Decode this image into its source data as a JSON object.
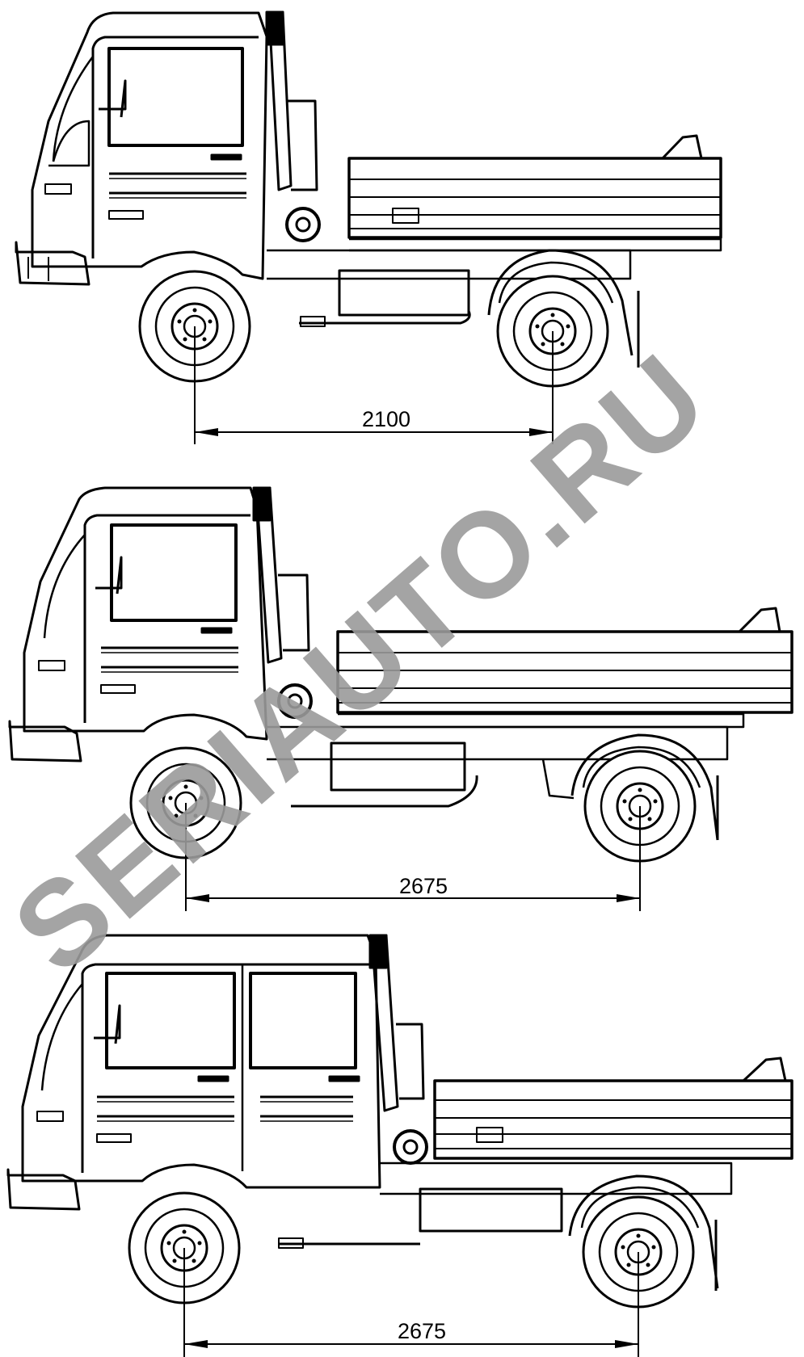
{
  "drawings": [
    {
      "variant": "short-wheelbase single cab",
      "dimension_label": "2100"
    },
    {
      "variant": "long-wheelbase single cab",
      "dimension_label": "2675"
    },
    {
      "variant": "long-wheelbase double cab",
      "dimension_label": "2675"
    }
  ],
  "watermark": {
    "text": "SERIAUTO.RU",
    "color": "#9a9a9a"
  },
  "colors": {
    "line": "#000000",
    "background": "#ffffff"
  }
}
